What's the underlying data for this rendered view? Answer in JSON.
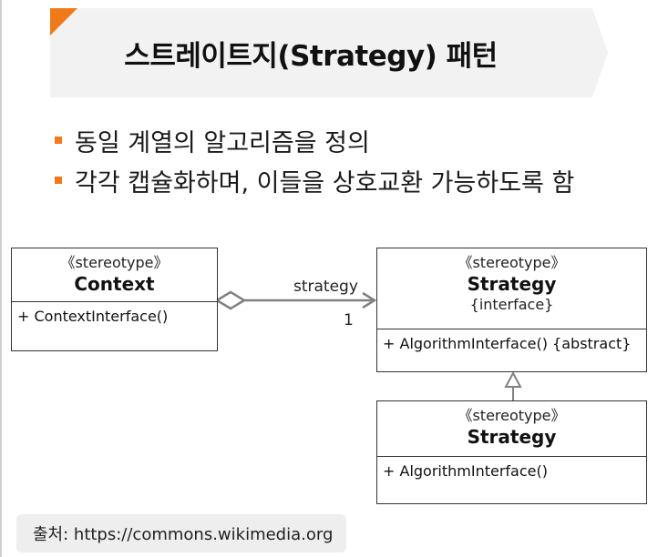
{
  "title": "스트레이트지(Strategy) 패턴",
  "bullets": [
    "동일 계열의 알고리즘을 정의",
    "각각 캡슐화하며, 이들을 상호교환 가능하도록 함"
  ],
  "diagram": {
    "context": {
      "stereotype": "《stereotype》",
      "name": "Context",
      "operation": "+ ContextInterface()"
    },
    "strategy_interface": {
      "stereotype": "《stereotype》",
      "name": "Strategy",
      "interface_tag": "{interface}",
      "operation": "+ AlgorithmInterface()  {abstract}"
    },
    "strategy_concrete": {
      "stereotype": "《stereotype》",
      "name": "Strategy",
      "operation": "+ AlgorithmInterface()"
    },
    "association": {
      "role": "strategy",
      "multiplicity": "1"
    }
  },
  "source": "출처: https://commons.wikimedia.org",
  "colors": {
    "accent": "#f07a1a",
    "banner": "#f2f2f2",
    "line": "#808080"
  }
}
